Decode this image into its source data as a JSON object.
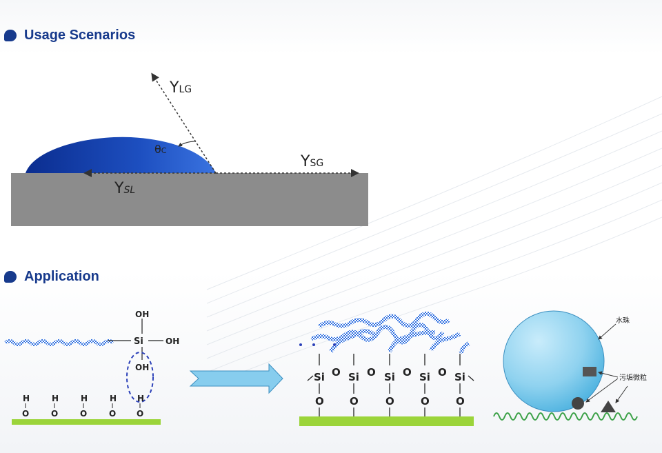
{
  "sections": {
    "usage_title": "Usage Scenarios",
    "application_title": "Application"
  },
  "contact_angle": {
    "gamma_lg": "Y",
    "gamma_lg_sub": "LG",
    "gamma_sg": "Y",
    "gamma_sg_sub": "SG",
    "gamma_sl": "Y",
    "gamma_sl_sub": "SL",
    "theta": "θ",
    "theta_sub": "C"
  },
  "silane_left": {
    "top_oh": "OH",
    "si": "Si",
    "right_oh": "OH",
    "bottom_oh": "OH",
    "surface_h": "H",
    "surface_o": "O"
  },
  "silane_right": {
    "si": "Si",
    "o": "O"
  },
  "droplet": {
    "water_bead_label": "水珠",
    "dirt_label": "污垢微粒"
  },
  "colors": {
    "title": "#173a8c",
    "droplet_dark": "#0b2d8f",
    "droplet_light": "#3a73e0",
    "substrate": "#8c8c8c",
    "green_surface": "#9bd43a",
    "arrow_fill": "#87cdee",
    "water_bead": "#8fd2ef",
    "wave_green": "#3aa046"
  }
}
